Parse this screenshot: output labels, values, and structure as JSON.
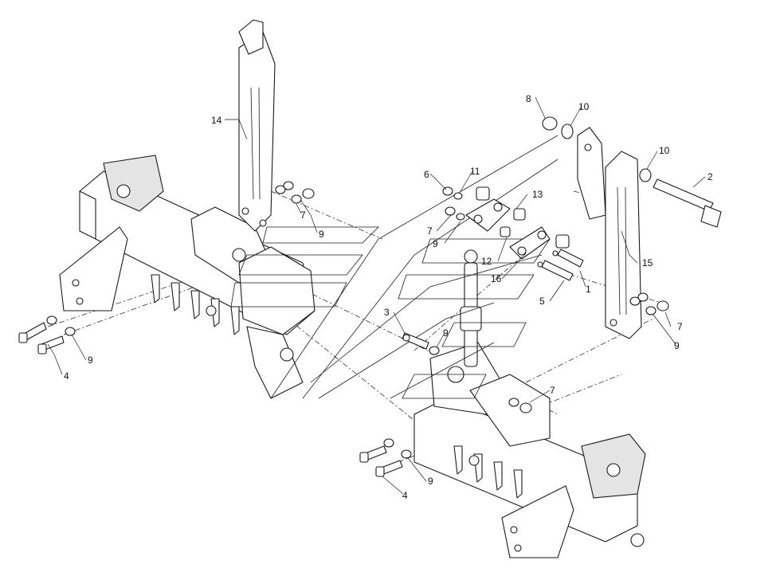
{
  "diagram": {
    "callouts": [
      "14",
      "7",
      "9",
      "8",
      "10",
      "6",
      "11",
      "13",
      "7",
      "9",
      "12",
      "16",
      "10",
      "2",
      "15",
      "1",
      "5",
      "3",
      "9",
      "7",
      "9",
      "4",
      "9",
      "7",
      "4",
      "9"
    ]
  }
}
